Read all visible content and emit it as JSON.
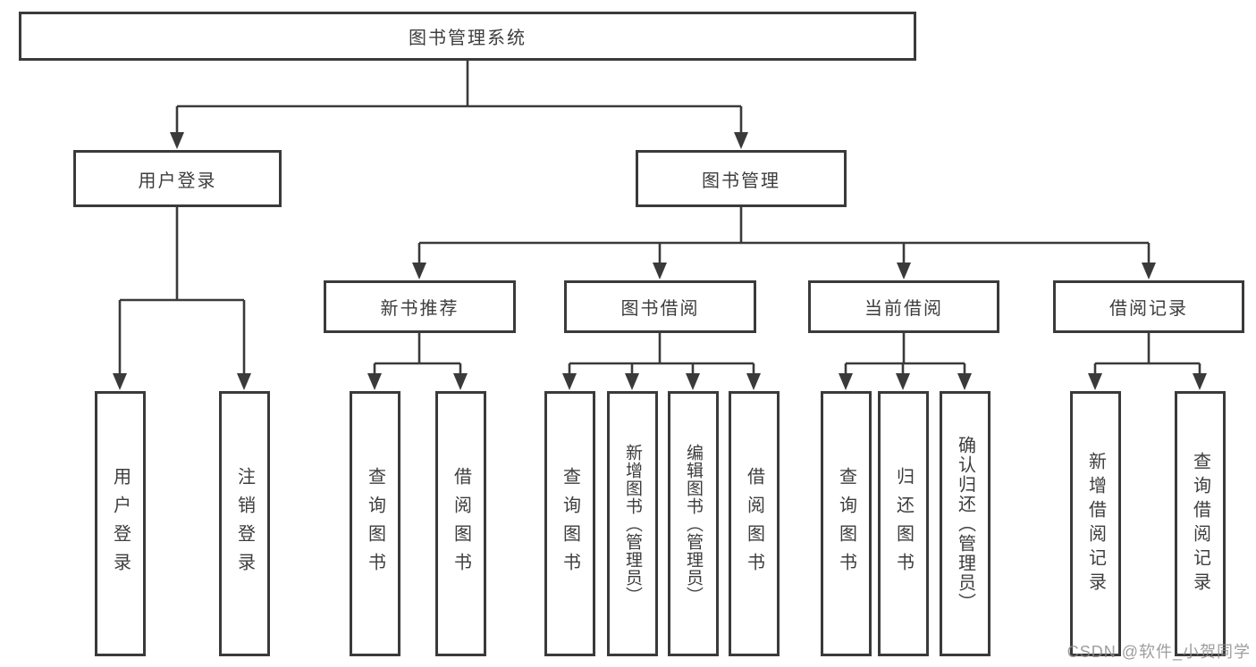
{
  "diagram": {
    "root": {
      "label": "图书管理系统"
    },
    "level2": [
      {
        "label": "用户登录"
      },
      {
        "label": "图书管理"
      }
    ],
    "level3": [
      {
        "label": "新书推荐"
      },
      {
        "label": "图书借阅"
      },
      {
        "label": "当前借阅"
      },
      {
        "label": "借阅记录"
      }
    ],
    "leaves": [
      {
        "label": "用户登录"
      },
      {
        "label": "注销登录"
      },
      {
        "label": "查询图书"
      },
      {
        "label": "借阅图书"
      },
      {
        "label": "查询图书"
      },
      {
        "label": "新增图书（管理员）"
      },
      {
        "label": "编辑图书（管理员）"
      },
      {
        "label": "借阅图书"
      },
      {
        "label": "查询图书"
      },
      {
        "label": "归还图书"
      },
      {
        "label": "确认归还（管理员）"
      },
      {
        "label": "新增借阅记录"
      },
      {
        "label": "查询借阅记录"
      }
    ],
    "line_color": "#3a3a3a"
  },
  "watermark": {
    "text": "CSDN @软件_小贺同学"
  }
}
